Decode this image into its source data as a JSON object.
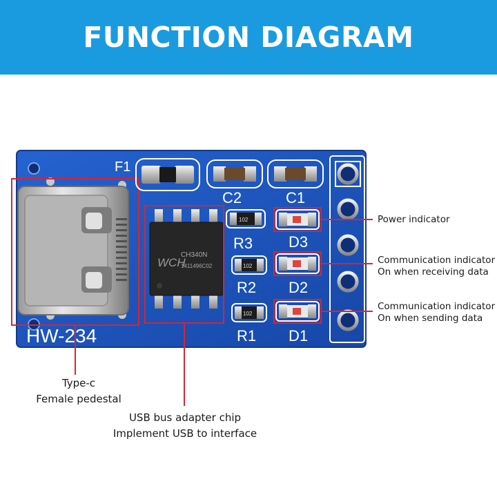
{
  "header": {
    "title": "FUNCTION DIAGRAM"
  },
  "board": {
    "model": "HW-234",
    "fuse_label": "F1",
    "chip_marking": [
      "CH340N",
      "1411496C02"
    ],
    "chip_logo": "WCH",
    "resistor_code": "102",
    "components": {
      "c2": "C2",
      "c1": "C1",
      "r3": "R3",
      "r2": "R2",
      "r1": "R1",
      "d3": "D3",
      "d2": "D2",
      "d1": "D1"
    }
  },
  "callouts": {
    "power": {
      "line1": "Power indicator"
    },
    "receive": {
      "line1": "Communication indicator",
      "line2": "On when receiving data"
    },
    "send": {
      "line1": "Communication indicator",
      "line2": "On when sending data"
    },
    "typec": {
      "line1": "Type-c",
      "line2": "Female pedestal"
    },
    "chip": {
      "line1": "USB bus adapter chip",
      "line2": "Implement USB to interface"
    }
  },
  "colors": {
    "banner": "#1a9be0",
    "pcb": "#1b55c2",
    "callout_box": "#d8252f",
    "silkscreen": "#ffffff"
  }
}
